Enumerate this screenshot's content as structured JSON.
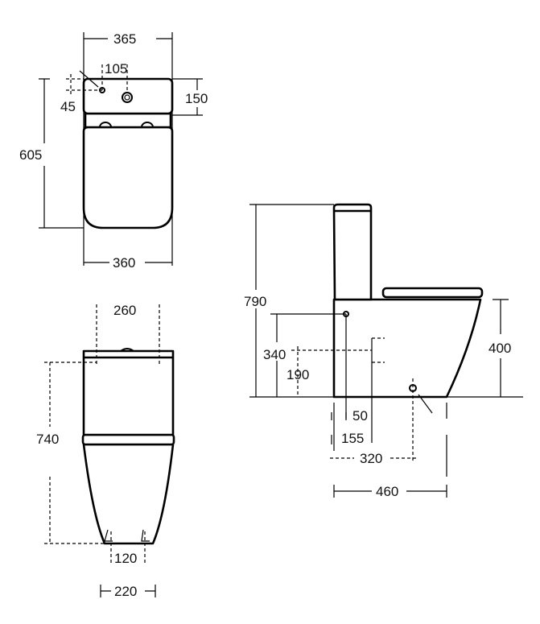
{
  "title": "Close-coupled WC technical drawing (dimensions in mm)",
  "plan_view": {
    "width_top": "365",
    "inlet_offset": "105",
    "inlet_depth": "45",
    "cistern_depth": "150",
    "overall_length": "605",
    "seat_width": "360"
  },
  "front_view": {
    "fixing_centres_top": "260",
    "fixing_height": "740",
    "floor_fixings": "120",
    "base_width": "220"
  },
  "side_view": {
    "overall_height": "790",
    "seat_height": "400",
    "inlet_height_high": "340",
    "inlet_height_low": "190",
    "inlet_offset": "50",
    "wall_to_outlet_zone": "155",
    "outlet_centre": "320",
    "overall_depth": "460"
  }
}
